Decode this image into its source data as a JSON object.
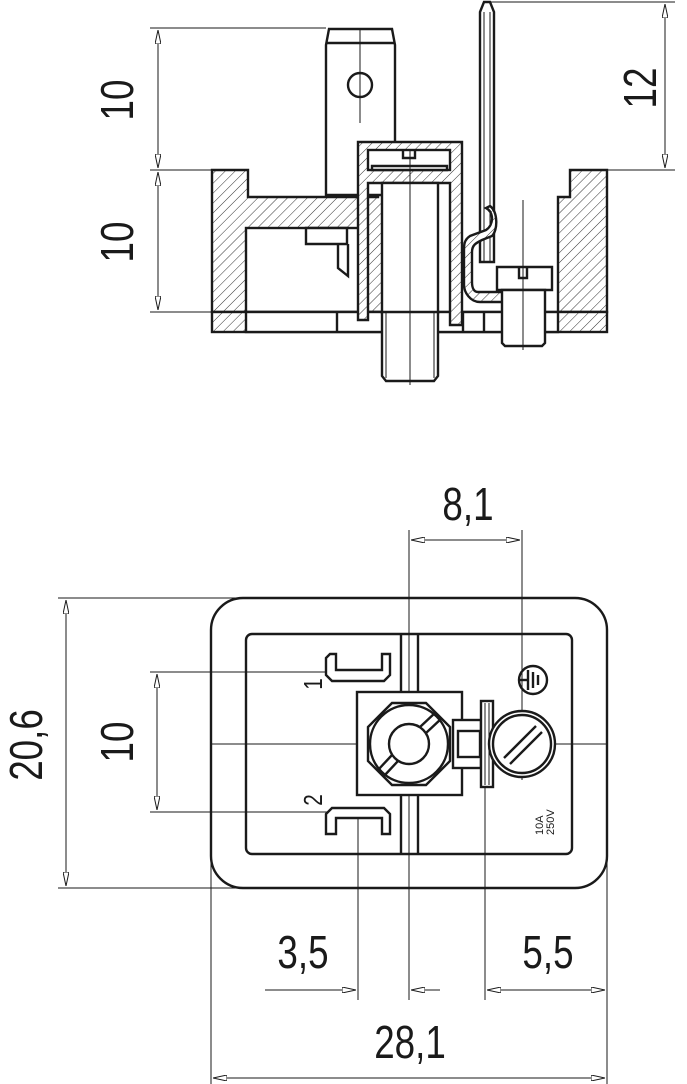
{
  "side_view": {
    "dim_blade_height": "10",
    "dim_housing_height": "10",
    "dim_pin_height": "12"
  },
  "bottom_view": {
    "dim_center_to_ground": "8,1",
    "dim_total_height": "20,6",
    "dim_contact_spacing": "10",
    "dim_left_offset": "3,5",
    "dim_right_offset": "5,5",
    "dim_total_width": "28,1",
    "contact_1_label": "1",
    "contact_2_label": "2",
    "rating_current": "10A",
    "rating_voltage": "250V",
    "ground_symbol": "earth-ground-icon"
  }
}
